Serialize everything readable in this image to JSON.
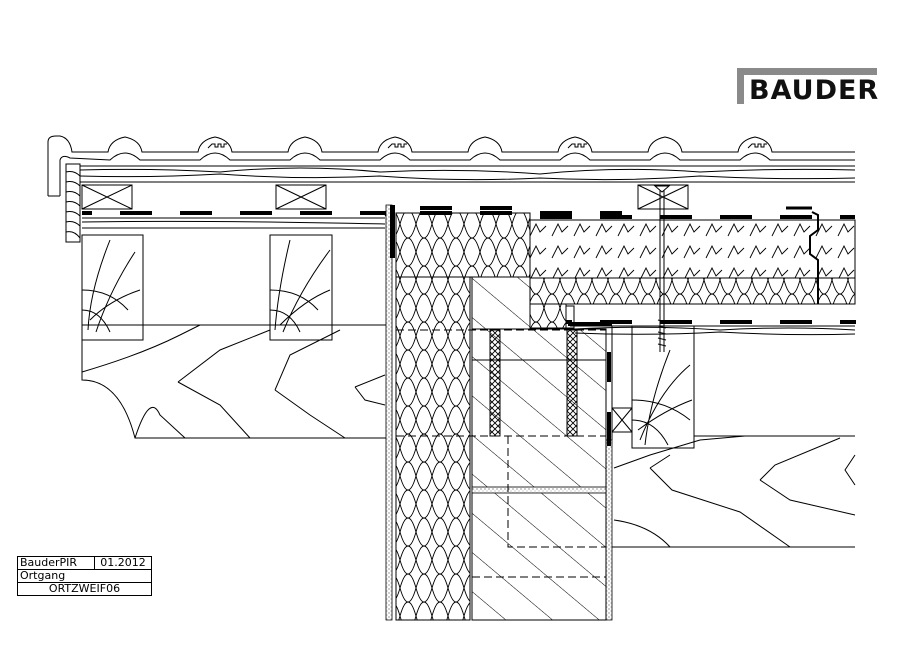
{
  "logo": {
    "text": "BAUDER",
    "bar_color": "#8a8a8a",
    "text_color": "#111111"
  },
  "title_block": {
    "product": "BauderPIR",
    "date": "01.2012",
    "detail_name": "Ortgang",
    "drawing_code": "ORTZWEIF06"
  },
  "drawing": {
    "type": "construction detail section",
    "subject": "verge (Ortgang) roof detail with PIR insulation",
    "layers": [
      "roof tiles",
      "tile battens",
      "counter battens",
      "underlay membrane",
      "PIR insulation board",
      "mineral wool insulation",
      "timber rafter",
      "masonry wall",
      "plaster render"
    ],
    "line_color": "#000000",
    "background": "#ffffff"
  }
}
